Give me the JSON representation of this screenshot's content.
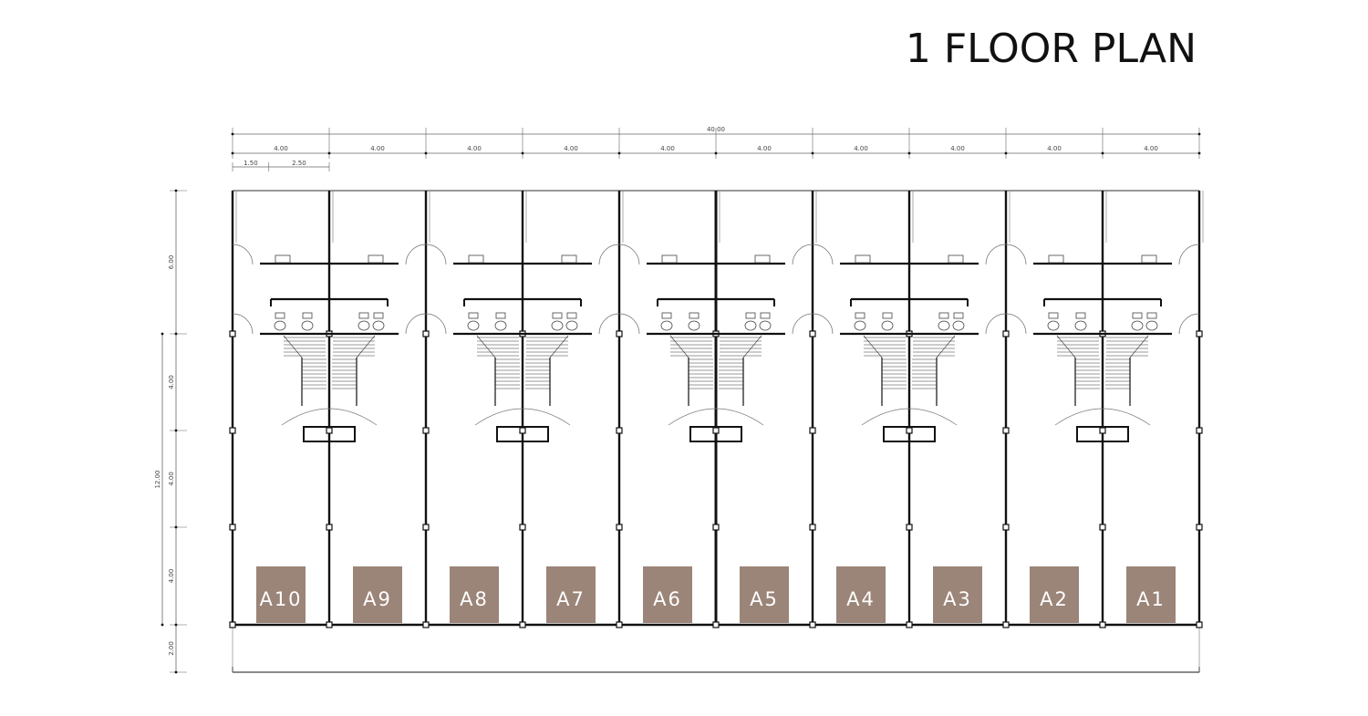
{
  "title": "1 FLOOR PLAN",
  "colors": {
    "wall": "#111111",
    "dimension": "#666666",
    "unit_tag": "#9b8478",
    "unit_text": "#ffffff"
  },
  "dimensions": {
    "top_total": "40.00",
    "top_modules": [
      "4.00",
      "4.00",
      "4.00",
      "4.00",
      "4.00",
      "4.00",
      "4.00",
      "4.00",
      "4.00",
      "4.00"
    ],
    "top_sub": [
      "1.50",
      "2.50"
    ],
    "left_total": "12.00",
    "left_segments": [
      "6.00",
      "4.00",
      "4.00",
      "4.00",
      "2.00"
    ]
  },
  "units": [
    "A10",
    "A9",
    "A8",
    "A7",
    "A6",
    "A5",
    "A4",
    "A3",
    "A2",
    "A1"
  ]
}
